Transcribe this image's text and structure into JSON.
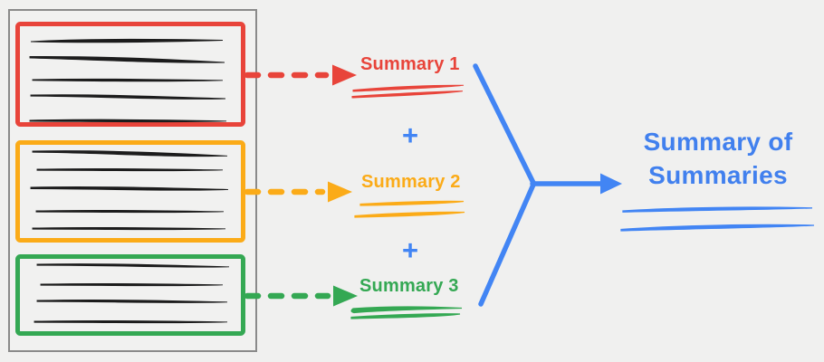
{
  "canvas": {
    "background": "#f0f0ef"
  },
  "colors": {
    "red": "#e8443a",
    "yellow": "#fbab18",
    "green": "#34a853",
    "blue": "#4285f4",
    "ink": "#1c1c1c",
    "frame_gray": "#8a8a8a"
  },
  "document": {
    "sections": [
      {
        "id": "section-1",
        "color_name": "red",
        "handwritten_line_count": 5
      },
      {
        "id": "section-2",
        "color_name": "yellow",
        "handwritten_line_count": 5
      },
      {
        "id": "section-3",
        "color_name": "green",
        "handwritten_line_count": 4
      }
    ]
  },
  "summaries": [
    {
      "label": "Summary 1",
      "color_name": "red"
    },
    {
      "label": "Summary 2",
      "color_name": "yellow"
    },
    {
      "label": "Summary 3",
      "color_name": "green"
    }
  ],
  "operators": {
    "plus": "+"
  },
  "result": {
    "label": "Summary of Summaries",
    "color_name": "blue",
    "underline_count": 2
  }
}
